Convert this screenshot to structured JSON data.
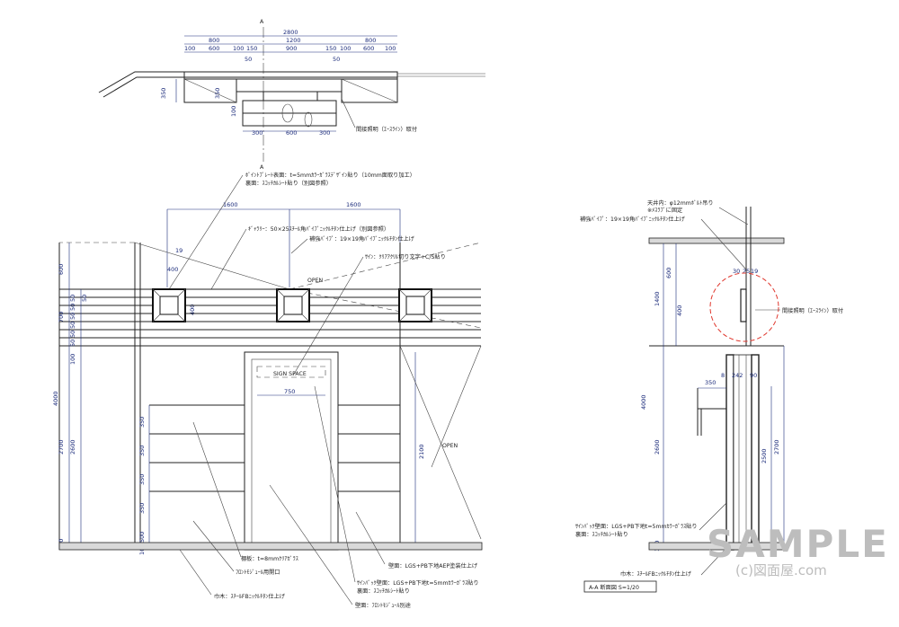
{
  "plan": {
    "section_marks": [
      "A",
      "A"
    ],
    "dims": {
      "total": "2800",
      "row1": [
        "800",
        "1200",
        "800"
      ],
      "row2": [
        "100",
        "600",
        "100",
        "150",
        "900",
        "150",
        "100",
        "600",
        "100"
      ],
      "small": [
        "50",
        "50"
      ],
      "left": [
        "350",
        "350",
        "100"
      ],
      "bottom": [
        "300",
        "600",
        "300"
      ]
    },
    "note_lighting": "間接照明（ｴｰｽﾗｲﾝ）取付"
  },
  "elevation": {
    "notes": {
      "point_plate": "ﾎﾟｲﾝﾄﾌﾟﾚｰﾄ表面：t=5mmｶﾗｰｶﾞﾗｽﾃﾞｻﾞｲﾝ貼り（10mm面取り加工）",
      "point_plate_back": "裏面：ｽｺｯﾁｶﾙｼｰﾄ貼り（別図参照）",
      "gallery": "ｷﾞｬﾗﾘｰ：50×25ｽﾁｰﾙ角ﾊﾞｲﾌﾞﾆｯｸﾙﾁﾀﾝ仕上げ（別図参照）",
      "reinforce": "補強ﾊﾟｲﾌﾟ：19×19角ﾊﾞｲﾌﾞﾆｯｸﾙﾁﾀﾝ仕上げ",
      "sign": "ｻｲﾝ：ｸﾘｱｱｸﾘﾙ切り文字+C/S貼り",
      "shelf": "棚板：t=8mmｸﾘｱｶﾞﾗｽ",
      "front_opening": "ﾌﾛﾝﾄﾓｼﾞｭｰﾙ用開口",
      "baseboard": "巾木：ｽﾁｰﾙFBﾆｯｸﾙﾁﾀﾝ仕上げ",
      "sign_back_wall": "ｻｲﾝﾊﾞｯｸ壁面：LGS+PB下地t=5mmｶﾗｰｶﾞﾗｽ貼り",
      "sign_back_wall_back": "裏面：ｽｺｯﾁｶﾙｼｰﾄ貼り",
      "wall_ep": "壁面：LGS+PB下地AEP塗装仕上げ",
      "wall_front": "壁面：ﾌﾛﾝﾄﾓｼﾞｭｰﾙ別途"
    },
    "open_labels": [
      "OPEN",
      "OPEN"
    ],
    "sign_space": "SIGN SPACE",
    "dims": {
      "top": [
        "1600",
        "1600"
      ],
      "small": [
        "19",
        "400",
        "400",
        "750"
      ],
      "left_outer": [
        "600",
        "700",
        "4000",
        "2700",
        "100"
      ],
      "left_inner": [
        "50",
        "50",
        "50",
        "50",
        "50",
        "50",
        "50",
        "100",
        "2600"
      ],
      "shelves": [
        "350",
        "350",
        "350",
        "350",
        "500",
        "100"
      ],
      "door": "2100"
    }
  },
  "section": {
    "notes": {
      "ceiling": "天井内：φ12mmﾎﾞﾙﾄ吊り",
      "ceiling_fix": "※ﾒｽﾗﾌﾞに固定",
      "reinforce": "補強ﾊﾟｲﾌﾟ：19×19角ﾊﾞｲﾌﾞﾆｯｸﾙﾁﾀﾝ仕上げ",
      "lighting": "間接照明（ｴｰｽﾗｲﾝ）取付",
      "sign_back": "ｻｲﾝﾊﾞｯｸ壁面：LGS+PB下地t=5mmｶﾗｰｶﾞﾗｽ貼り",
      "sign_back2": "裏面：ｽｺｯﾁｶﾙｼｰﾄ貼り",
      "baseboard": "巾木：ｽﾁｰﾙFBﾆｯｸﾙﾁﾀﾝ仕上げ"
    },
    "dims": {
      "top": [
        "30",
        "25",
        "19"
      ],
      "left": [
        "600",
        "1400",
        "400",
        "4000",
        "2600",
        "100"
      ],
      "mid": [
        "8",
        "242",
        "90",
        "350"
      ],
      "right": [
        "2500",
        "2700"
      ]
    },
    "title": "A-A 断面図 S=1/20"
  },
  "watermark": {
    "main": "SAMPLE",
    "sub": "(c)図面屋.com"
  },
  "colors": {
    "line": "#222222",
    "dimension": "#1a2a7a",
    "highlight": "#e0362c",
    "watermark": "#bdbdbd"
  }
}
